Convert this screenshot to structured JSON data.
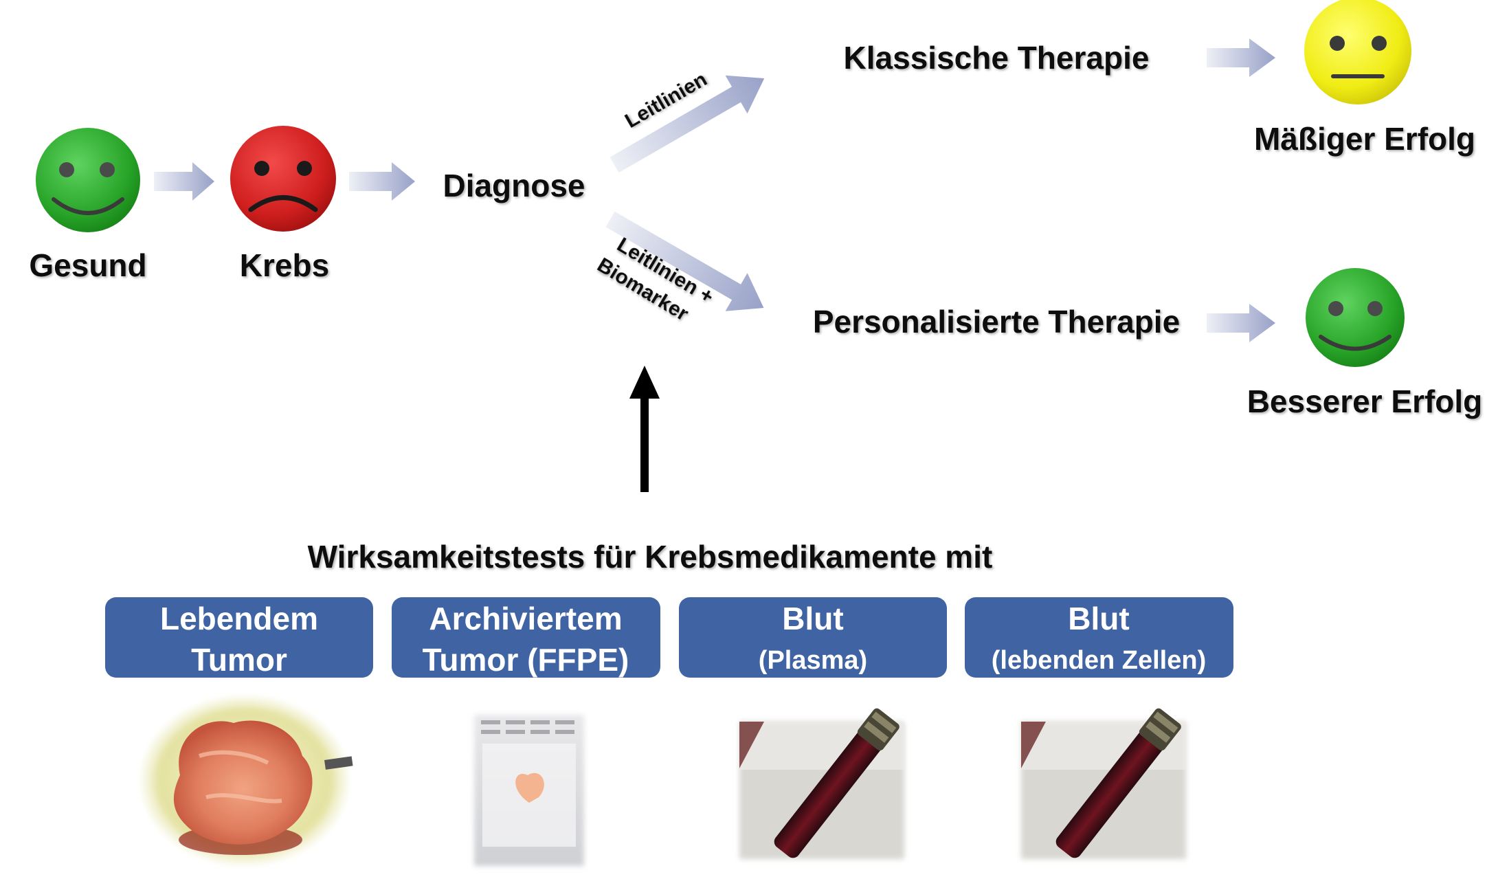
{
  "diagram": {
    "states": {
      "healthy": "Gesund",
      "cancer": "Krebs",
      "diagnosis": "Diagnose"
    },
    "branches": {
      "guidelines_label": "Leitlinien",
      "guidelines_biomarker_line1": "Leitlinien +",
      "guidelines_biomarker_line2": "Biomarker"
    },
    "therapies": {
      "classic": "Klassische Therapie",
      "personalized": "Personalisierte Therapie"
    },
    "outcomes": {
      "moderate": "Mäßiger Erfolg",
      "better": "Besserer Erfolg"
    },
    "tests_heading": "Wirksamkeitstests für Krebsmedikamente mit",
    "sample_boxes": [
      {
        "line1": "Lebendem",
        "line2": "Tumor"
      },
      {
        "line1": "Archiviertem",
        "line2": "Tumor (FFPE)"
      },
      {
        "line1": "Blut",
        "line2": "(Plasma)"
      },
      {
        "line1": "Blut",
        "line2": "(lebenden Zellen)"
      }
    ],
    "colors": {
      "box_fill": "#3f63a3",
      "happy_face": "#2fa82f",
      "sad_face": "#d42020",
      "neutral_face": "#f2ef1a",
      "arrow_gradient_start": "#eceef5",
      "arrow_gradient_end": "#9aa3c9"
    }
  }
}
